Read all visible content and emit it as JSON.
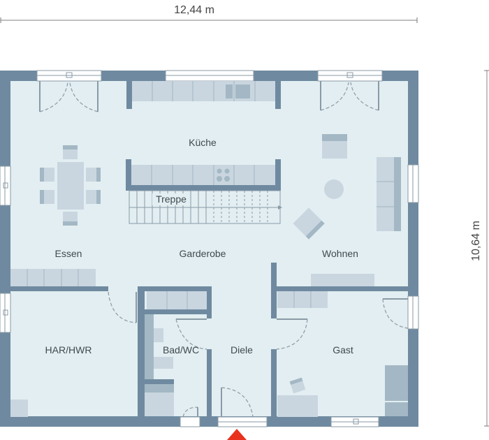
{
  "dimensions": {
    "width_label": "12,44 m",
    "height_label": "10,64 m"
  },
  "rooms": {
    "kueche": "Küche",
    "treppe": "Treppe",
    "essen": "Essen",
    "garderobe": "Garderobe",
    "wohnen": "Wohnen",
    "har_hwr": "HAR/HWR",
    "bad_wc": "Bad/WC",
    "diele": "Diele",
    "gast": "Gast"
  },
  "colors": {
    "wall": "#6f8aa0",
    "floor": "#e2eef1",
    "furniture": "#c9d6e0",
    "entrance_marker": "#e8321e"
  },
  "entrance_marker": "entrance-triangle"
}
